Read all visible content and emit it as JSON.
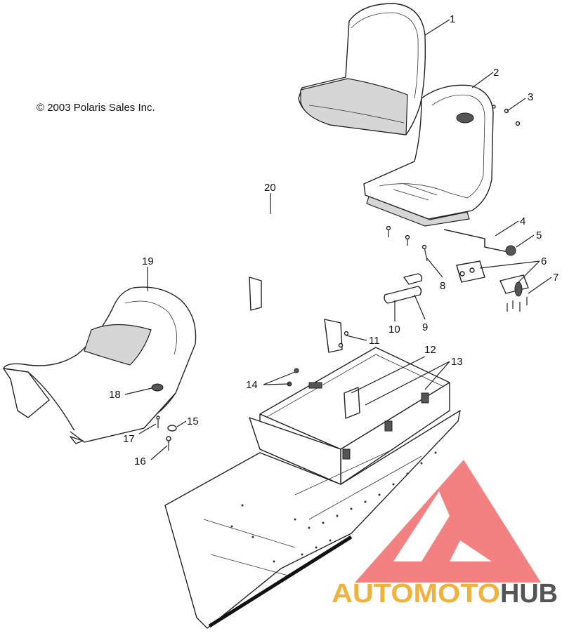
{
  "copyright": "© 2003 Polaris Sales Inc.",
  "callouts": [
    {
      "id": "1",
      "label": "1"
    },
    {
      "id": "2",
      "label": "2"
    },
    {
      "id": "3",
      "label": "3"
    },
    {
      "id": "4",
      "label": "4"
    },
    {
      "id": "5",
      "label": "5"
    },
    {
      "id": "6",
      "label": "6"
    },
    {
      "id": "7",
      "label": "7"
    },
    {
      "id": "8",
      "label": "8"
    },
    {
      "id": "9",
      "label": "9"
    },
    {
      "id": "10",
      "label": "10"
    },
    {
      "id": "11",
      "label": "11"
    },
    {
      "id": "12",
      "label": "12"
    },
    {
      "id": "13",
      "label": "13"
    },
    {
      "id": "14",
      "label": "14"
    },
    {
      "id": "15",
      "label": "15"
    },
    {
      "id": "16",
      "label": "16"
    },
    {
      "id": "17",
      "label": "17"
    },
    {
      "id": "18",
      "label": "18"
    },
    {
      "id": "19",
      "label": "19"
    },
    {
      "id": "20",
      "label": "20"
    }
  ],
  "watermark": {
    "part1": "AUTOMOTO",
    "part2": "HUB",
    "color_primary": "#f26b6b",
    "color_accent": "#f0b23c",
    "color_dark": "#555555"
  }
}
